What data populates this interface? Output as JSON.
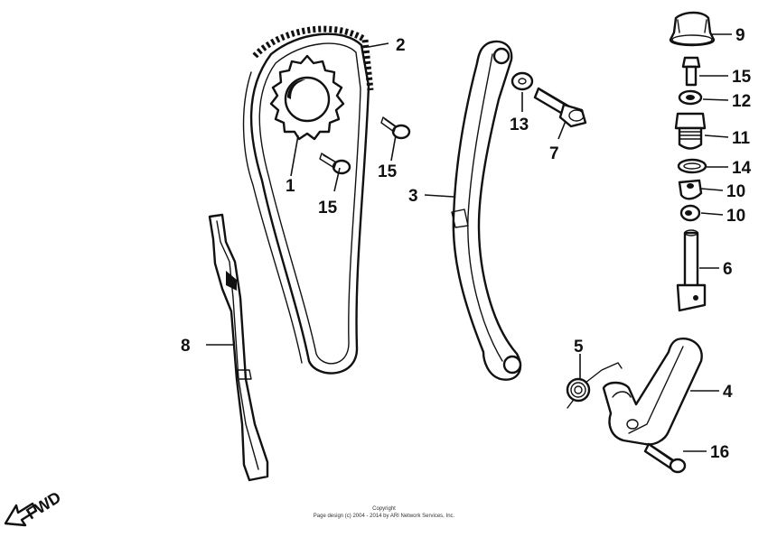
{
  "callouts": [
    {
      "id": "label-1",
      "text": "1"
    },
    {
      "id": "label-2",
      "text": "2"
    },
    {
      "id": "label-3",
      "text": "3"
    },
    {
      "id": "label-4",
      "text": "4"
    },
    {
      "id": "label-5",
      "text": "5"
    },
    {
      "id": "label-6",
      "text": "6"
    },
    {
      "id": "label-7",
      "text": "7"
    },
    {
      "id": "label-8",
      "text": "8"
    },
    {
      "id": "label-9",
      "text": "9"
    },
    {
      "id": "label-10a",
      "text": "10"
    },
    {
      "id": "label-10b",
      "text": "10"
    },
    {
      "id": "label-11",
      "text": "11"
    },
    {
      "id": "label-12",
      "text": "12"
    },
    {
      "id": "label-13",
      "text": "13"
    },
    {
      "id": "label-14",
      "text": "14"
    },
    {
      "id": "label-15a",
      "text": "15"
    },
    {
      "id": "label-15b",
      "text": "15"
    },
    {
      "id": "label-15c",
      "text": "15"
    },
    {
      "id": "label-16",
      "text": "16"
    }
  ],
  "direction": {
    "text": "FWD"
  },
  "copyright": {
    "line1": "Copyright",
    "line2": "Page design (c) 2004 - 2014 by ARI Network Services, Inc."
  }
}
